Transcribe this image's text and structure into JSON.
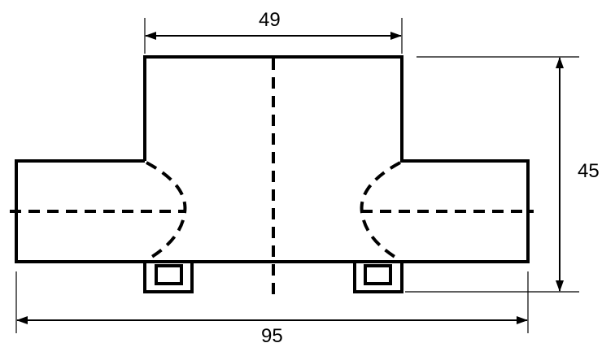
{
  "dimensions": {
    "top_width": "49",
    "height": "45",
    "total_width": "95"
  },
  "colors": {
    "line": "#000000",
    "background": "#ffffff"
  }
}
